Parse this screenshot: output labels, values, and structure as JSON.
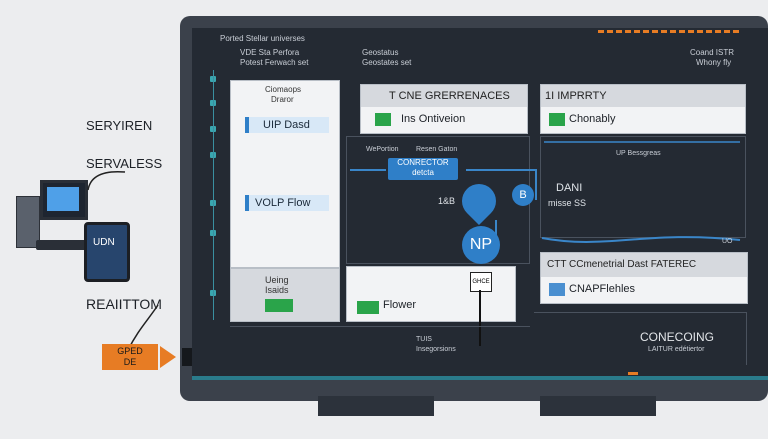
{
  "left": {
    "label_top": "SERYIREN",
    "label_mid": "SERVALESS",
    "label_bottom": "REAIITTOM",
    "badge_line1": "GPED",
    "badge_line2": "DE",
    "tablet_text": "UDN"
  },
  "screen": {
    "header_left": "Ported Stellar universes",
    "col1_line1": "VDE Sta Perfora",
    "col1_line2": "Potest Ferwach set",
    "col2_line1": "Geostatus",
    "col2_line2": "Geostates set",
    "header_right_line1": "Coand ISTR",
    "header_right_line2": "Whony fly",
    "bottom_right_title": "CONECOING",
    "bottom_right_sub": "LAITUR edétiertor",
    "bottom_center_line1": "TUIS",
    "bottom_center_line2": "Insegorsions"
  },
  "panels": {
    "left_card": {
      "head_line1": "Ciomaops",
      "head_line2": "Draror",
      "tag1": "UIP Dasd",
      "tag2": "VOLP Flow"
    },
    "top_center": {
      "title": "T CNE GRERRENACES",
      "item": "Ins Ontiveion"
    },
    "top_right": {
      "title": "1I IMPRRTY",
      "item": "Chonably",
      "sub": "UP Bessgreas"
    },
    "bottom_left_card": {
      "line1": "Ueing",
      "line2": "Isaids"
    },
    "bottom_center": {
      "item": "Flower"
    },
    "bottom_right": {
      "title": "CTT CCmenetrial Dast FATEREC",
      "item": "CNAPFlehles"
    }
  },
  "diagram": {
    "connector_label1": "WePortion",
    "connector_label2": "Resen Gaton",
    "connector_box_line1": "CONRECTOR",
    "connector_box_line2": "detcta",
    "node_np": "NP",
    "node_b": "B",
    "label_18": "1&B",
    "label_dani": "DANI",
    "label_misse": "misse SS",
    "small_box": "GHCE",
    "side_mark": "UO"
  },
  "colors": {
    "frame": "#3b414b",
    "screen": "#242a33",
    "accent_blue": "#2f7fc8",
    "accent_green": "#2aa44a",
    "accent_orange": "#e77c24"
  }
}
